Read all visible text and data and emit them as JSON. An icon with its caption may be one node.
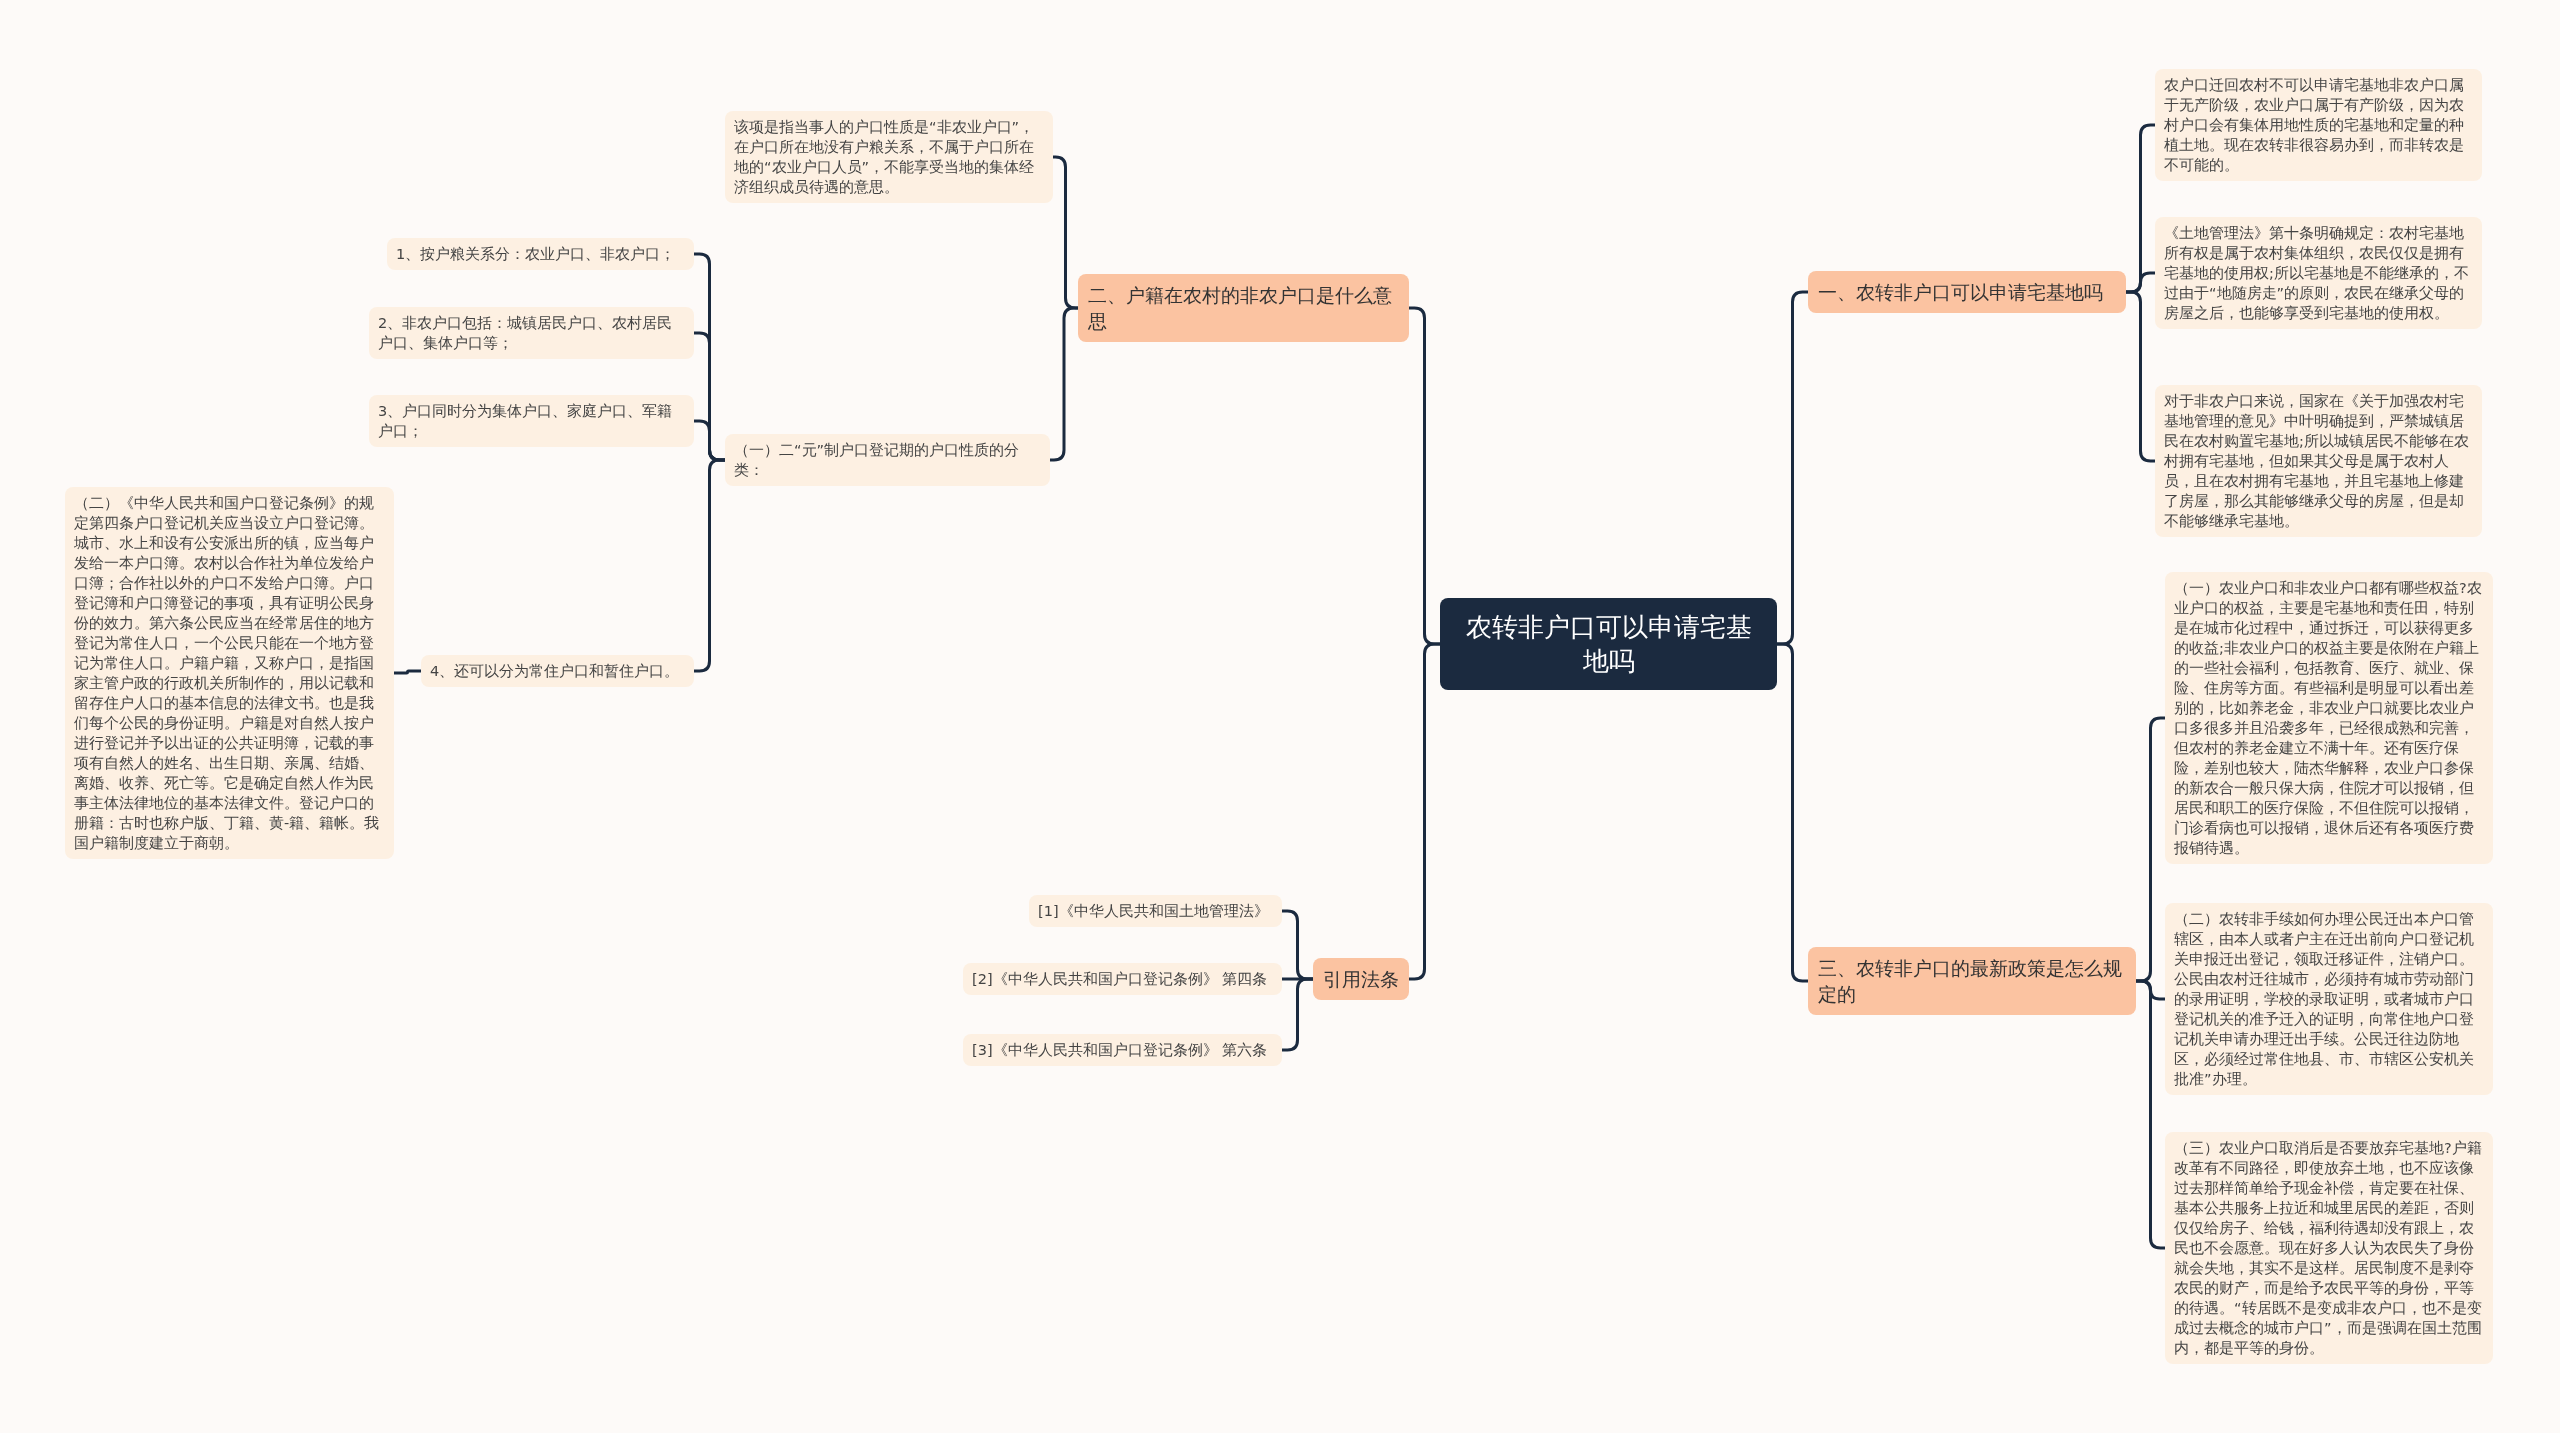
{
  "diagram": {
    "nodes": [
      {
        "text": [
          "农转非户口可以申请宅基地吗"
        ]
      },
      {
        "text": [
          "二、户籍在农村的非农户口是什么意思"
        ]
      },
      {
        "text": [
          "该项是指当事人的户口性质是“非农业户口”，在户口所在地没有户粮关系，不属于户口所在地的“农业户口人员”，不能享受当地的集体经济组织成员待遇的意思。"
        ]
      },
      {
        "text": [
          "（一）二“元”制户口登记期的户口性质的分类："
        ]
      },
      {
        "text": [
          "1、按户粮关系分：农业户口、非农户口；"
        ]
      },
      {
        "text": [
          "2、非农户口包括：城镇居民户口、农村居民户口、集体户口等；"
        ]
      },
      {
        "text": [
          "3、户口同时分为集体户口、家庭户口、军籍户口；"
        ]
      },
      {
        "text": [
          "4、还可以分为常住户口和暂住户口。"
        ]
      },
      {
        "text": [
          "（二）《中华人民共和国户口登记条例》的规定第四条户口登记机关应当设立户口登记簿。城市、水上和设有公安派出所的镇，应当每户发给一本户口簿。农村以合作社为单位发给户口簿；合作社以外的户口不发给户口簿。户口登记簿和户口簿登记的事项，具有证明公民身份的效力。第六条公民应当在经常居住的地方登记为常住人口，一个公民只能在一个地方登记为常住人口。户籍户籍，又称户口，是指国家主管户政的行政机关所制作的，用以记载和留存住户人口的基本信息的法律文书。也是我们每个公民的身份证明。户籍是对自然人按户进行登记并予以出证的公共证明簿，记载的事项有自然人的姓名、出生日期、亲属、结婚、离婚、收养、死亡等。它是确定自然人作为民事主体法律地位的基本法律文件。登记户口的册籍：古时也称户版、丁籍、黄-籍、籍帐。我国户籍制度建立于商朝。"
        ]
      },
      {
        "text": [
          "引用法条"
        ]
      },
      {
        "text": [
          "[1]《中华人民共和国土地管理法》"
        ]
      },
      {
        "text": [
          "[2]《中华人民共和国户口登记条例》 第四条"
        ]
      },
      {
        "text": [
          "[3]《中华人民共和国户口登记条例》 第六条"
        ]
      },
      {
        "text": [
          "一、农转非户口可以申请宅基地吗"
        ]
      },
      {
        "text": [
          "农户口迁回农村不可以申请宅基地非农户口属于无产阶级，农业户口属于有产阶级，因为农村户口会有集体用地性质的宅基地和定量的种植土地。现在农转非很容易办到，而非转农是不可能的。"
        ]
      },
      {
        "text": [
          "《土地管理法》第十条明确规定：农村宅基地所有权是属于农村集体组织，农民仅仅是拥有宅基地的使用权;所以宅基地是不能继承的，不过由于“地随房走”的原则，农民在继承父母的房屋之后，也能够享受到宅基地的使用权。"
        ]
      },
      {
        "text": [
          "对于非农户口来说，国家在《关于加强农村宅基地管理的意见》中叶明确提到，严禁城镇居民在农村购置宅基地;所以城镇居民不能够在农村拥有宅基地，但如果其父母是属于农村人员，且在农村拥有宅基地，并且宅基地上修建了房屋，那么其能够继承父母的房屋，但是却不能够继承宅基地。"
        ]
      },
      {
        "text": [
          "三、农转非户口的最新政策是怎么规定的"
        ]
      },
      {
        "text": [
          "（一）农业户口和非农业户口都有哪些权益?农业户口的权益，主要是宅基地和责任田，特别是在城市化过程中，通过拆迁，可以获得更多的收益;非农业户口的权益主要是依附在户籍上的一些社会福利，包括教育、医疗、就业、保险、住房等方面。有些福利是明显可以看出差别的，比如养老金，非农业户口就要比农业户口多很多并且沿袭多年，已经很成熟和完善，但农村的养老金建立不满十年。还有医疗保险，差别也较大，陆杰华解释，农业户口参保的新农合一般只保大病，住院才可以报销，但居民和职工的医疗保险，不但住院可以报销，门诊看病也可以报销，退休后还有各项医疗费报销待遇。"
        ]
      },
      {
        "text": [
          "（二）农转非手续如何办理公民迁出本户口管辖区，由本人或者户主在迁出前向户口登记机关申报迁出登记，领取迁移证件，注销户口。公民由农村迁往城市，必须持有城市劳动部门的录用证明，学校的录取证明，或者城市户口登记机关的准予迁入的证明，向常住地户口登记机关申请办理迁出手续。公民迁往边防地区，必须经过常住地县、市、市辖区公安机关批准”办理。"
        ]
      },
      {
        "text": [
          "（三）农业户口取消后是否要放弃宅基地?户籍改革有不同路径，即使放弃土地，也不应该像过去那样简单给予现金补偿，肯定要在社保、基本公共服务上拉近和城里居民的差距，否则仅仅给房子、给钱，福利待遇却没有跟上，农民也不会愿意。现在好多人认为农民失了身份就会失地，其实不是这样。居民制度不是剥夺农民的财产，而是给予农民平等的身份，平等的待遇。“转居既不是变成非农户口，也不是变成过去概念的城市户口”，而是强调在国土范围内，都是平等的身份。"
        ]
      }
    ],
    "edges": [
      {
        "from": 0,
        "to": 1,
        "arrow": "none"
      },
      {
        "from": 1,
        "to": 2,
        "arrow": "none"
      },
      {
        "from": 1,
        "to": 3,
        "arrow": "none"
      },
      {
        "from": 3,
        "to": 4,
        "arrow": "none"
      },
      {
        "from": 3,
        "to": 5,
        "arrow": "none"
      },
      {
        "from": 3,
        "to": 6,
        "arrow": "none"
      },
      {
        "from": 3,
        "to": 7,
        "arrow": "none"
      },
      {
        "from": 7,
        "to": 8,
        "arrow": "none"
      },
      {
        "from": 0,
        "to": 9,
        "arrow": "none"
      },
      {
        "from": 9,
        "to": 10,
        "arrow": "none"
      },
      {
        "from": 9,
        "to": 11,
        "arrow": "none"
      },
      {
        "from": 9,
        "to": 12,
        "arrow": "none"
      },
      {
        "from": 0,
        "to": 13,
        "arrow": "none"
      },
      {
        "from": 13,
        "to": 14,
        "arrow": "none"
      },
      {
        "from": 13,
        "to": 15,
        "arrow": "none"
      },
      {
        "from": 13,
        "to": 16,
        "arrow": "none"
      },
      {
        "from": 0,
        "to": 17,
        "arrow": "none"
      },
      {
        "from": 17,
        "to": 18,
        "arrow": "none"
      },
      {
        "from": 17,
        "to": 19,
        "arrow": "none"
      },
      {
        "from": 17,
        "to": 20,
        "arrow": "none"
      }
    ]
  }
}
